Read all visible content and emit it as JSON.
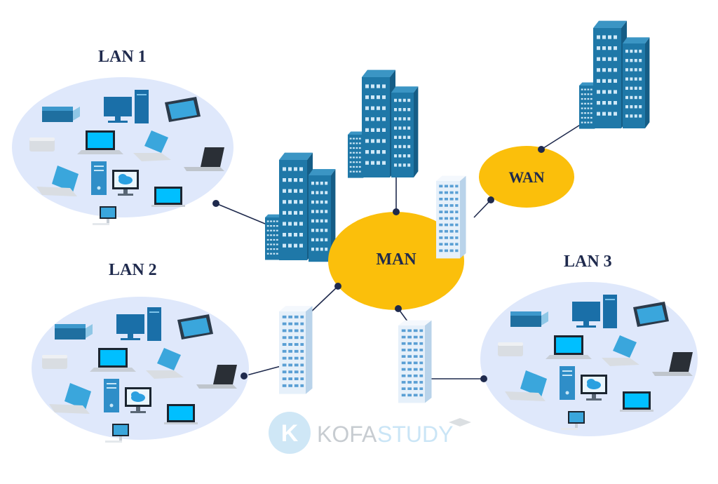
{
  "labels": {
    "lan1": "LAN 1",
    "lan2": "LAN 2",
    "lan3": "LAN 3",
    "man": "MAN",
    "wan": "WAN"
  },
  "watermark": {
    "mark": "K",
    "brand_part1": "KOFA",
    "brand_part2": "STUDY"
  },
  "colors": {
    "lan_cloud": "#dfe8fb",
    "network_hub": "#fbbf0b",
    "dark_building": "#1f78a8",
    "light_building": "#dbe9f6",
    "connector": "#1f2a4d",
    "label_text": "#1f2a4d",
    "device_screen": "#00bfff"
  },
  "icons": [
    "desktop-monitor-icon",
    "tower-pc-icon",
    "laptop-icon",
    "tablet-icon",
    "printer-icon",
    "mini-pc-icon",
    "cloud-display-icon",
    "imac-icon",
    "office-building-icon"
  ]
}
